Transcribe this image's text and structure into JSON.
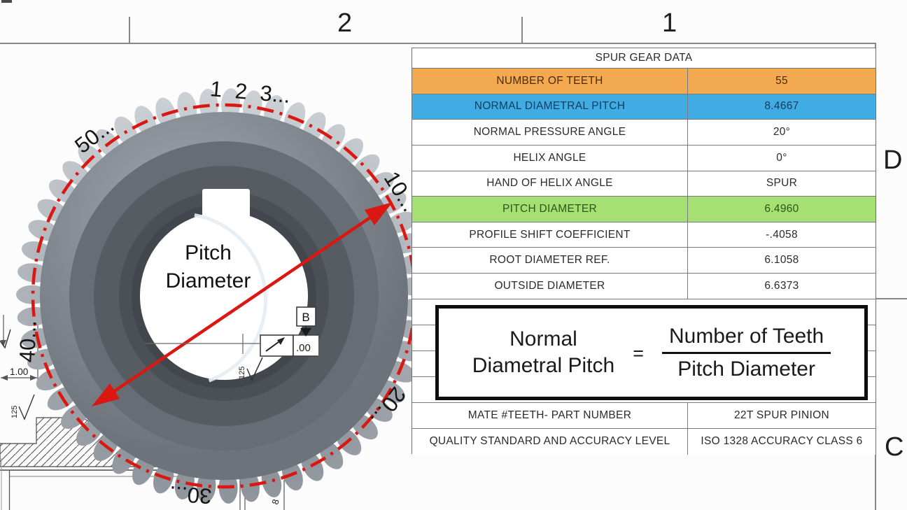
{
  "sheet": {
    "zone_top_labels": [
      "2",
      "1"
    ],
    "zone_right_labels": [
      "D",
      "C"
    ]
  },
  "gear_view": {
    "tooth_count": 55,
    "center_label": {
      "line1": "Pitch",
      "line2": "Diameter"
    },
    "tooth_labels": {
      "top": "1 2 3...",
      "upper_left": "50...",
      "right": "10...",
      "lower_right": "20...",
      "bottom": "30...",
      "left": "40..."
    },
    "datum_label": "B",
    "runout_value": ".00",
    "surface_finish_bore": "125",
    "surface_finish_left": "125",
    "dim_width": "1.00",
    "partial_bottom_label": "8",
    "colors": {
      "pitch_circle_red": "#da1710"
    }
  },
  "table": {
    "title": "SPUR GEAR DATA",
    "rows": [
      {
        "label": "NUMBER OF TEETH",
        "value": "55",
        "highlight": "orange"
      },
      {
        "label": "NORMAL DIAMETRAL PITCH",
        "value": "8.4667",
        "highlight": "blue"
      },
      {
        "label": "NORMAL PRESSURE ANGLE",
        "value": "20°",
        "highlight": ""
      },
      {
        "label": "HELIX ANGLE",
        "value": "0°",
        "highlight": ""
      },
      {
        "label": "HAND OF HELIX ANGLE",
        "value": "SPUR",
        "highlight": ""
      },
      {
        "label": "PITCH DIAMETER",
        "value": "6.4960",
        "highlight": "green"
      },
      {
        "label": "PROFILE SHIFT COEFFICIENT",
        "value": "-.4058",
        "highlight": ""
      },
      {
        "label": "ROOT DIAMETER REF.",
        "value": "6.1058",
        "highlight": ""
      },
      {
        "label": "OUTSIDE DIAMETER",
        "value": "6.6373",
        "highlight": ""
      }
    ],
    "empty_row_count": 4,
    "footer_rows": [
      {
        "label": "MATE #TEETH- PART NUMBER",
        "value": "22T SPUR PINION"
      },
      {
        "label": "QUALITY STANDARD AND ACCURACY LEVEL",
        "value": "ISO 1328 ACCURACY CLASS 6"
      }
    ],
    "highlight_colors": {
      "orange": {
        "bg": "#F2A94F",
        "text": "#4e2a0a"
      },
      "blue": {
        "bg": "#41ACE4",
        "text": "#0e3d5e"
      },
      "green": {
        "bg": "#A6DF72",
        "text": "#2a5618"
      }
    }
  },
  "formula": {
    "lhs_line1": "Normal",
    "lhs_line2": "Diametral Pitch",
    "equals": "=",
    "numerator": "Number of Teeth",
    "denominator": "Pitch Diameter"
  }
}
